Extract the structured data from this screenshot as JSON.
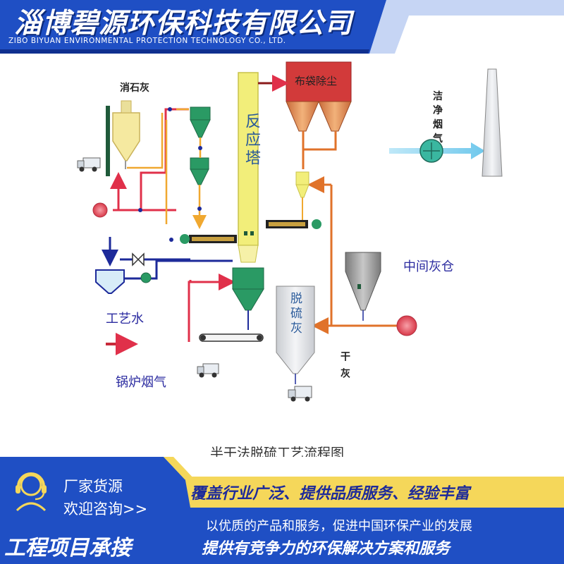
{
  "header": {
    "title": "淄博碧源环保科技有限公司",
    "subtitle": "ZIBO BIYUAN ENVIRONMENTAL PROTECTION TECHNOLOGY CO., LTD."
  },
  "diagram": {
    "caption": "半干法脱硫工艺流程图",
    "lime_label": "消石灰",
    "bag_filter_label": "布袋除尘",
    "reactor_label": "反应塔",
    "clean_gas_label": "洁净烟气",
    "ash_bin_label": "中间灰仓",
    "desulf_ash_label": "脱硫灰",
    "dry_ash_label": "干灰",
    "process_water_label": "工艺水",
    "boiler_gas_label": "锅炉烟气"
  },
  "footer": {
    "contact_line1": "厂家货源",
    "contact_line2": "欢迎咨询>>",
    "project_label": "工程项目承接",
    "slogan1": "覆盖行业广泛、提供品质服务、经验丰富",
    "slogan2": "以优质的产品和服务，促进中国环保产业的发展",
    "slogan3": "提供有竞争力的环保解决方案和服务"
  },
  "colors": {
    "brand_blue": "#1f4fc4",
    "pipe_red": "#e0304a",
    "pipe_orange": "#e0722a",
    "pipe_navy": "#1d2a9a",
    "reactor_yellow": "#f2ee7a",
    "bag_filter_red": "#d23a3a",
    "clean_gas_blue": "#7fd0ef",
    "footer_yellow": "#f5d75a"
  },
  "icons": [
    "headset-agent-icon",
    "fan-icon",
    "truck-icon",
    "valve-icon"
  ]
}
